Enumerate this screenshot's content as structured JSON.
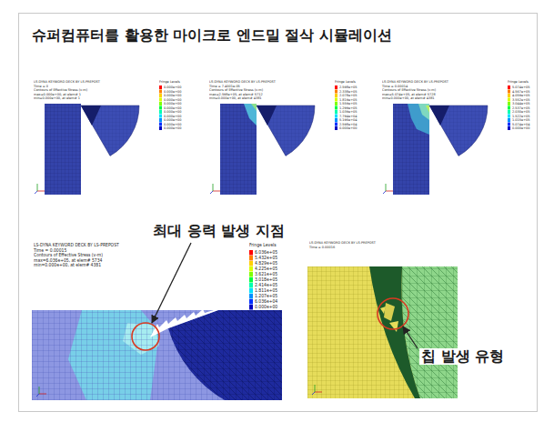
{
  "diagram": {
    "title": "슈퍼컴퓨터를 활용한 마이크로 엔드밀 절삭 시뮬레이션",
    "labels": [
      "최대 응력 발생 지점",
      "칩 발생 유형",
      "LS-DYNA KEYWORD DECK BY LS-PREPOST",
      "Time = 0",
      "Contours of Effective Stress (v-m)",
      "max=0.000e+00, at elem# 1",
      "min=0.000e+00, at elem# 1",
      "Fringe Levels",
      "0.000e+00",
      "0.000e+00",
      "0.000e+00",
      "0.000e+00",
      "0.000e+00",
      "0.000e+00",
      "0.000e+00",
      "0.000e+00",
      "0.000e+00",
      "0.000e+00",
      "0.000e+00",
      "LS-DYNA KEYWORD DECK BY LS-PREPOST",
      "Time = 7.4001e-05",
      "Contours of Effective Stress (v-m)",
      "max=2.598e+05, at elem# 5712",
      "min=0.000e+00, at elem# 4381",
      "Fringe Levels",
      "2.598e+05",
      "2.338e+05",
      "2.078e+05",
      "1.819e+05",
      "1.559e+05",
      "1.299e+05",
      "1.039e+05",
      "7.794e+04",
      "5.196e+04",
      "2.598e+04",
      "0.000e+00",
      "LS-DYNA KEYWORD DECK BY LS-PREPOST",
      "Time = 0.00014",
      "Contours of Effective Stress (v-m)",
      "max=5.074e+05, at elem# 5728",
      "min=0.000e+00, at elem# 4381",
      "Fringe Levels",
      "5.074e+05",
      "4.567e+05",
      "4.059e+05",
      "3.552e+05",
      "3.044e+05",
      "2.537e+05",
      "2.030e+05",
      "1.522e+05",
      "1.015e+05",
      "5.074e+04",
      "0.000e+00",
      "LS-DYNA KEYWORD DECK BY LS-PREPOST",
      "Time = 0.00015",
      "Contours of Effective Stress (v-m)",
      "max=6.036e+05, at elem# 5734",
      "min=0.000e+00, at elem# 4381",
      "Fringe Levels",
      "6.036e+05",
      "5.432e+05",
      "4.829e+05",
      "4.225e+05",
      "3.621e+05",
      "3.018e+05",
      "2.414e+05",
      "1.811e+05",
      "1.207e+05",
      "6.036e+04",
      "0.000e+00",
      "LS-DYNA KEYWORD DECK BY LS-PREPOST",
      "Time = 0.00016"
    ]
  }
}
